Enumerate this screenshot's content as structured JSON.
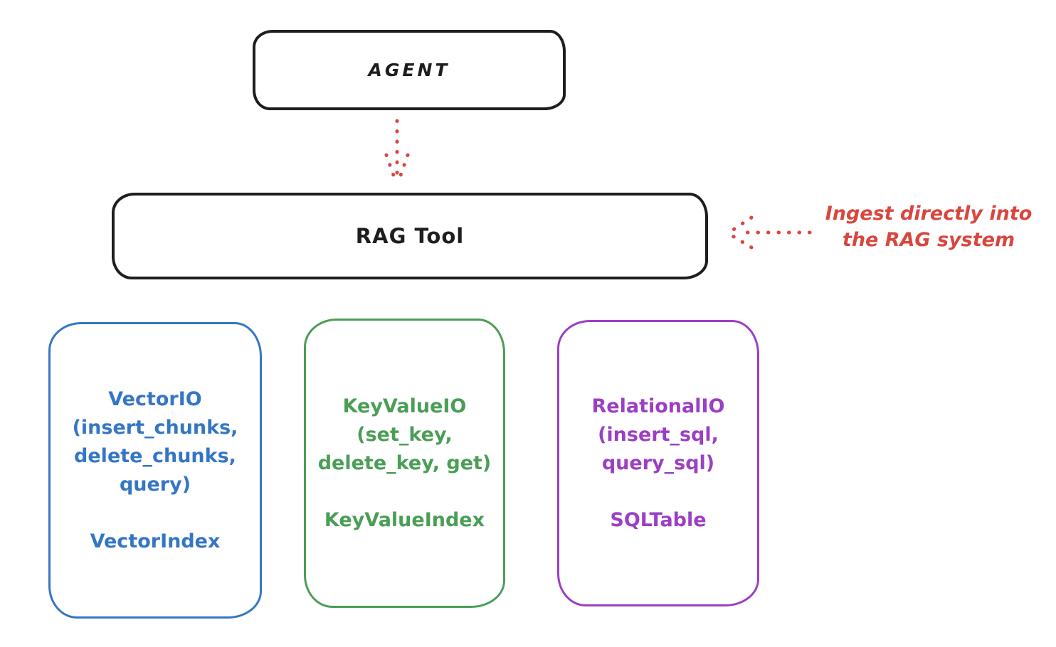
{
  "diagram": {
    "agent_box": {
      "label": "AGENT",
      "border_color": "#1e1e1e"
    },
    "rag_tool_box": {
      "label": "RAG Tool",
      "border_color": "#1e1e1e"
    },
    "flow_arrow": {
      "description": "dotted-down-arrow",
      "color": "#d9463e"
    },
    "annotation": {
      "line1": "Ingest directly into",
      "line2": "the RAG system",
      "color": "#d9463e",
      "arrow": "dotted-left-arrow"
    },
    "io_boxes": [
      {
        "name": "vector-io",
        "color": "#3576c4",
        "lines": [
          "VectorIO",
          "(insert_chunks,",
          "delete_chunks,",
          "query)"
        ],
        "index_label": "VectorIndex"
      },
      {
        "name": "keyvalue-io",
        "color": "#4a9e56",
        "lines": [
          "KeyValueIO",
          "(set_key,",
          "delete_key, get)"
        ],
        "index_label": "KeyValueIndex"
      },
      {
        "name": "relational-io",
        "color": "#9b3fc4",
        "lines": [
          "RelationalIO",
          "(insert_sql,",
          "query_sql)"
        ],
        "index_label": "SQLTable"
      }
    ]
  }
}
